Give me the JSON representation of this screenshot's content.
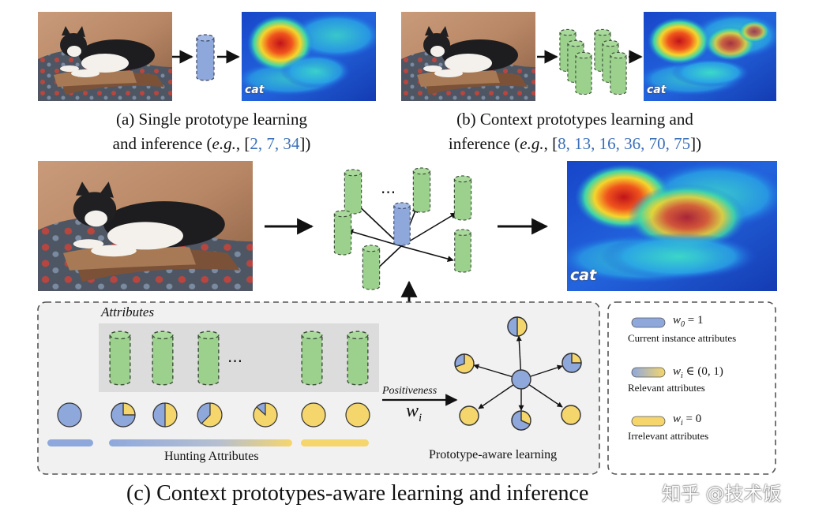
{
  "panel_a": {
    "caption_line1": "(a) Single prototype learning",
    "caption_line2_prefix": "and inference (",
    "caption_line2_eg": "e.g.",
    "caption_line2_mid": ", [",
    "caption_line2_refs": "2, 7, 34",
    "caption_line2_suffix": "])",
    "heatmap_label": "cat"
  },
  "panel_b": {
    "caption_line1": "(b) Context prototypes learning and",
    "caption_line2_prefix": "inference (",
    "caption_line2_eg": "e.g.",
    "caption_line2_mid": ", [",
    "caption_line2_refs": "8, 13, 16, 36, 70, 75",
    "caption_line2_suffix": "])",
    "heatmap_label": "cat"
  },
  "panel_c": {
    "heatmap_label": "cat",
    "ellipsis": "...",
    "attributes_title": "Attributes",
    "attributes_ellipsis": "...",
    "positiveness_label": "Positiveness",
    "weight_symbol": "w",
    "weight_subscript": "i",
    "hunting_label": "Hunting Attributes",
    "prototype_aware_label": "Prototype-aware learning",
    "caption": "(c) Context prototypes-aware learning and inference"
  },
  "legend": {
    "items": [
      {
        "formula_w": "w",
        "formula_sub": "0",
        "formula_rest": " = 1",
        "text": "Current instance attributes",
        "kind": "blue"
      },
      {
        "formula_w": "w",
        "formula_sub": "i",
        "formula_rest": " ∈ (0, 1)",
        "text": "Relevant attributes",
        "kind": "gradient"
      },
      {
        "formula_w": "w",
        "formula_sub": "i",
        "formula_rest": " = 0",
        "text": "Irrelevant attributes",
        "kind": "yellow"
      }
    ]
  },
  "watermark": "知乎 @技术饭",
  "colors": {
    "prototype_green": "#9cd18d",
    "prototype_blue": "#8fa8dc",
    "attr_yellow": "#f5d66c",
    "citation_blue": "#3b6fb6"
  }
}
